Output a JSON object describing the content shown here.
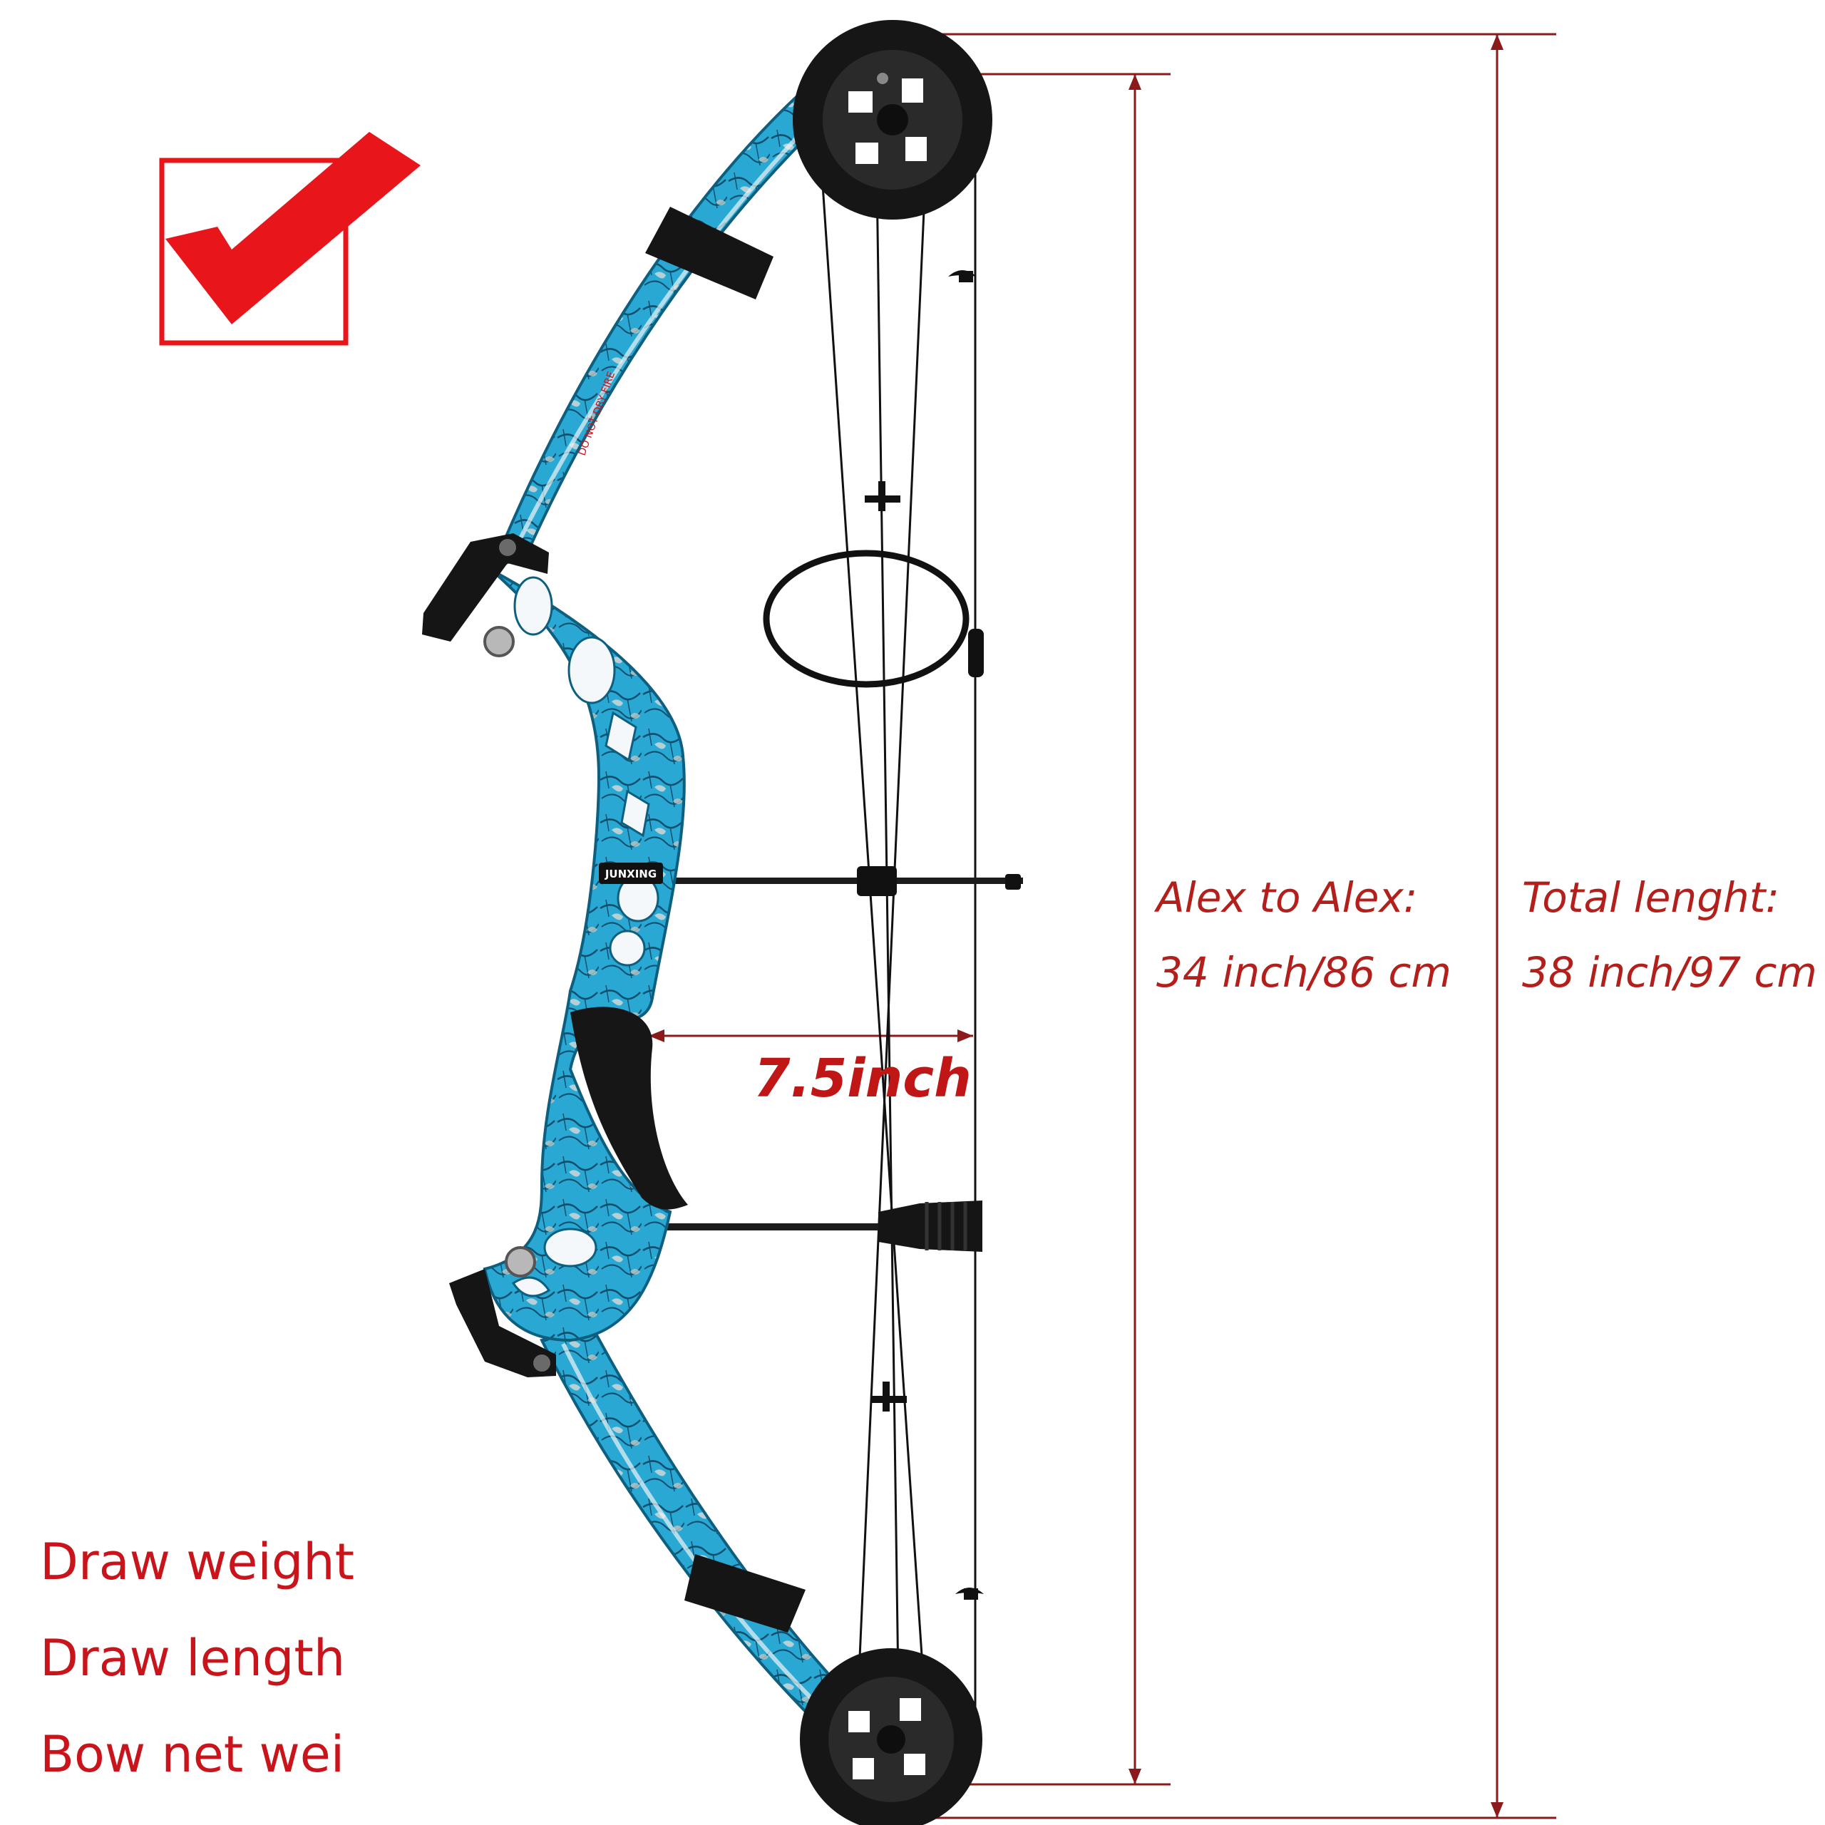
{
  "measurements": {
    "axle_label": "Alex to Alex:",
    "axle_value": "34 inch/86 cm",
    "total_label": "Total lenght:",
    "total_value": "38 inch/97 cm",
    "brace_height": "7.5inch"
  },
  "specs": [
    "Draw weight",
    "Draw length",
    "Bow net wei"
  ],
  "brand": "JUNXING",
  "limb_warning": "DO NOT DRY FIRE",
  "colors": {
    "accent_red": "#c8141a",
    "dimension_line": "#8b1a1a",
    "bow_blue": "#2aa8d4",
    "bow_dark": "#1b1b1b",
    "checkmark": "#e8151b"
  }
}
